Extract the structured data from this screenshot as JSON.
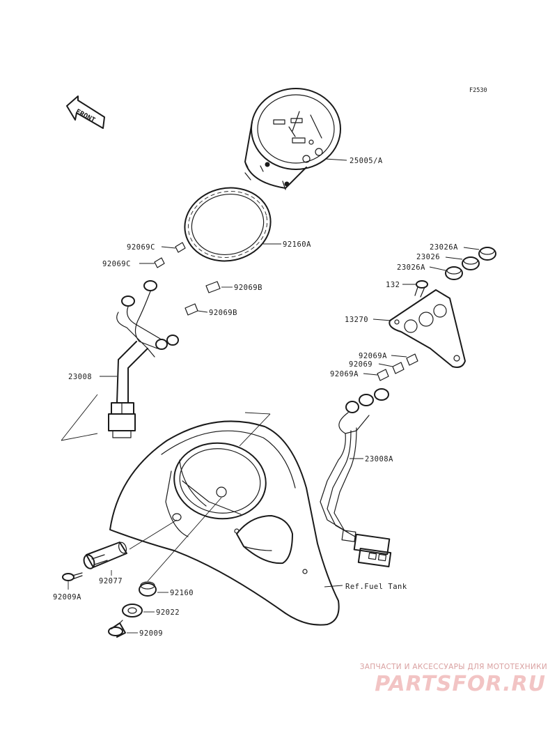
{
  "diagram_code": "F2530",
  "front_label": "FRONT",
  "parts": [
    {
      "id": "25005A",
      "text": "25005/A"
    },
    {
      "id": "92160A",
      "text": "92160A"
    },
    {
      "id": "92069C-1",
      "text": "92069C"
    },
    {
      "id": "92069C-2",
      "text": "92069C"
    },
    {
      "id": "92069B-1",
      "text": "92069B"
    },
    {
      "id": "92069B-2",
      "text": "92069B"
    },
    {
      "id": "23008",
      "text": "23008"
    },
    {
      "id": "23026A-1",
      "text": "23026A"
    },
    {
      "id": "23026",
      "text": "23026"
    },
    {
      "id": "23026A-2",
      "text": "23026A"
    },
    {
      "id": "132",
      "text": "132"
    },
    {
      "id": "13270",
      "text": "13270"
    },
    {
      "id": "92069A-1",
      "text": "92069A"
    },
    {
      "id": "92069",
      "text": "92069"
    },
    {
      "id": "92069A-2",
      "text": "92069A"
    },
    {
      "id": "23008A",
      "text": "23008A"
    },
    {
      "id": "ref-fuel-tank",
      "text": "Ref.Fuel Tank"
    },
    {
      "id": "92077",
      "text": "92077"
    },
    {
      "id": "92009A",
      "text": "92009A"
    },
    {
      "id": "92160",
      "text": "92160"
    },
    {
      "id": "92022",
      "text": "92022"
    },
    {
      "id": "92009",
      "text": "92009"
    }
  ],
  "watermark": {
    "subtitle": "ЗАПЧАСТИ И АКСЕССУАРЫ ДЛЯ МОТОТЕХНИКИ",
    "brand": "PARTSFOR.RU"
  }
}
